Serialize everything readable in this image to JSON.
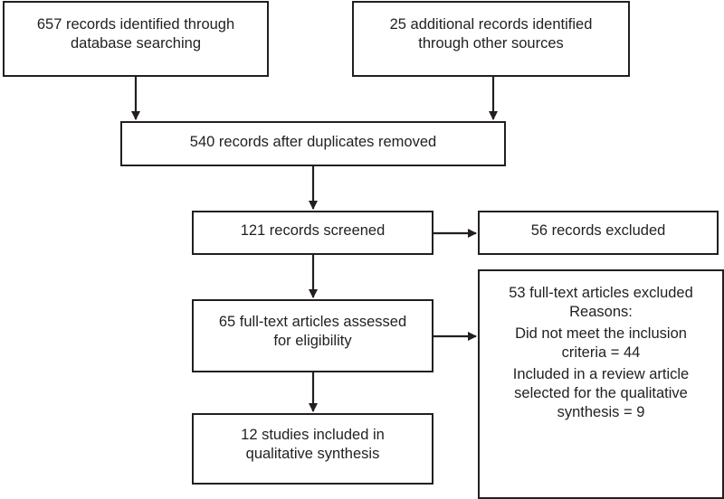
{
  "boxes": {
    "database": [
      "657 records identified through",
      "database searching"
    ],
    "other_sources": [
      "25 additional records identified",
      "through other sources"
    ],
    "after_duplicates": [
      "540 records after duplicates removed"
    ],
    "screened": [
      "121 records screened"
    ],
    "excluded": [
      "56 records excluded"
    ],
    "full_text": [
      "65 full-text articles assessed",
      "for eligibility"
    ],
    "full_text_excluded": {
      "title": "53 full-text articles excluded",
      "reasons_label": "Reasons:",
      "reason1": [
        "Did not meet the inclusion",
        "criteria = 44"
      ],
      "reason2": [
        "Included in a review article",
        "selected for the qualitative",
        "synthesis = 9"
      ]
    },
    "included": [
      "12 studies included in",
      "qualitative synthesis"
    ]
  }
}
